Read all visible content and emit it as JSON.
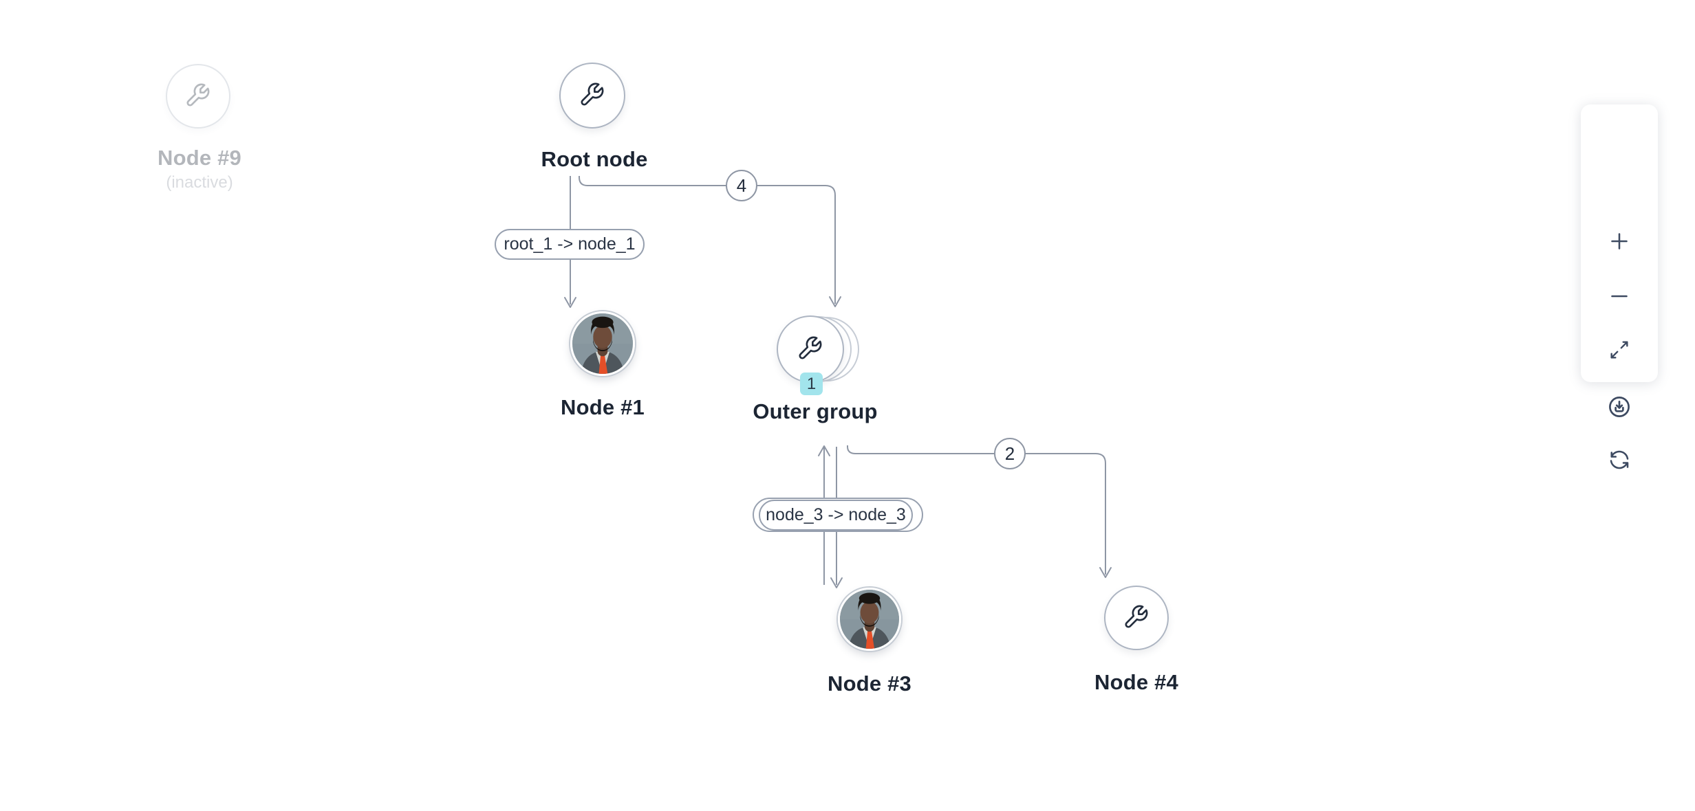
{
  "diagram": {
    "nodes": {
      "node9": {
        "label": "Node #9",
        "status": "(inactive)",
        "icon": "wrench-icon"
      },
      "root": {
        "label": "Root node",
        "icon": "wrench-icon"
      },
      "node1": {
        "label": "Node #1",
        "icon": "avatar"
      },
      "outer": {
        "label": "Outer group",
        "icon": "wrench-icon",
        "badge": "1"
      },
      "node3": {
        "label": "Node #3",
        "icon": "avatar"
      },
      "node4": {
        "label": "Node #4",
        "icon": "wrench-icon"
      }
    },
    "edges": {
      "root_node1": {
        "label": "root_1 -> node_1"
      },
      "root_outer": {
        "badge": "4"
      },
      "node3_node3": {
        "label": "node_3 -> node_3"
      },
      "outer_node4": {
        "badge": "2"
      }
    }
  },
  "toolbar": {
    "icons": [
      "plus-icon",
      "minus-icon",
      "expand-icon",
      "download-icon",
      "refresh-icon"
    ]
  },
  "colors": {
    "edge": "#8e96a4",
    "node_border": "#adb5c2",
    "label": "#1c2533",
    "group_badge_bg": "#a2e4ec",
    "toolbar_icon": "#3d4a61"
  }
}
